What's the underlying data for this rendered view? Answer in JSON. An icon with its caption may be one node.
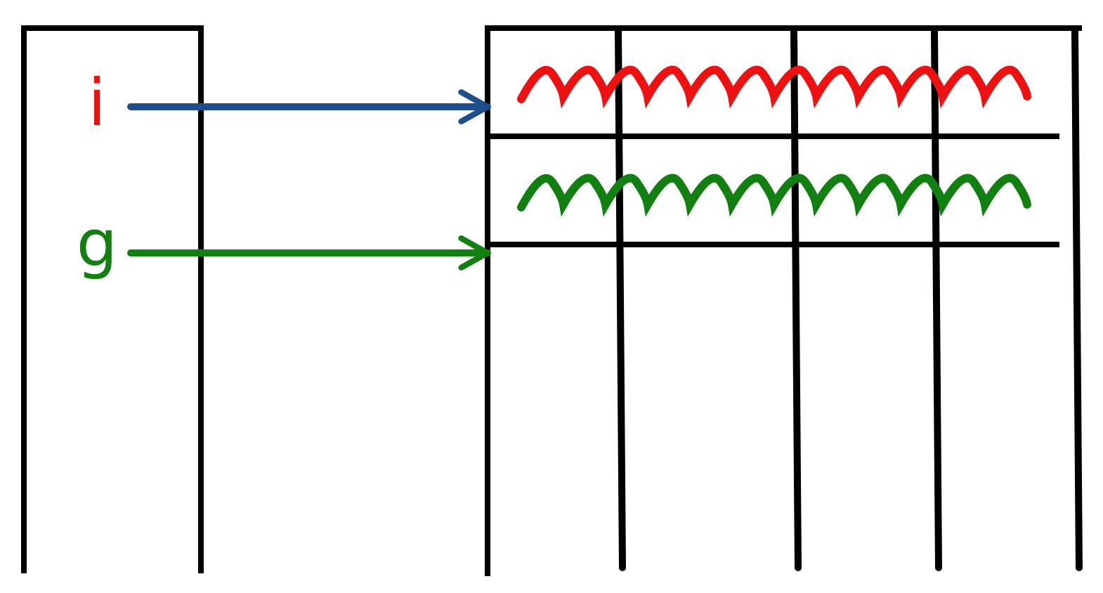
{
  "diagram": {
    "nodes": [
      {
        "text": [],
        "shape": "box"
      },
      {
        "text": [
          "i"
        ],
        "in": 0
      },
      {
        "text": [
          "g"
        ],
        "in": 0
      },
      {
        "text": [],
        "shape": "box"
      },
      {
        "text": [],
        "shape": "box",
        "in": 3
      },
      {
        "text": [],
        "shape": "box",
        "in": 3
      }
    ],
    "edges": [
      {
        "from": 1,
        "to": 4,
        "arrow": "to",
        "color": "#1f4e8c"
      },
      {
        "from": 2,
        "to": 5,
        "arrow": "to",
        "color": "#118011"
      }
    ]
  }
}
